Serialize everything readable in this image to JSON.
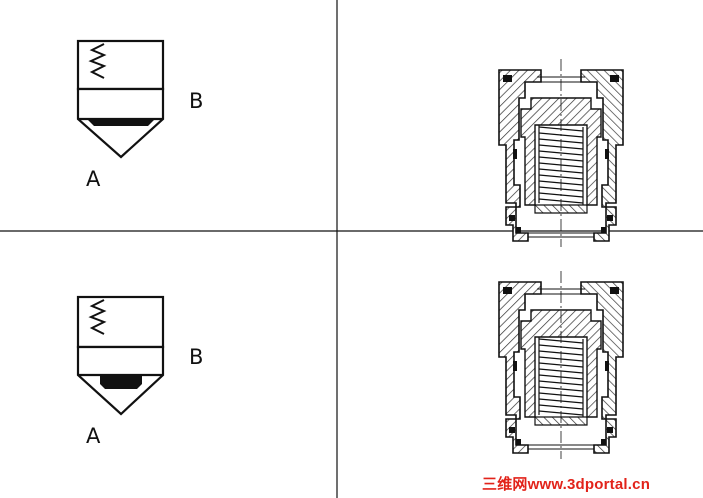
{
  "symbols": {
    "top": {
      "port_b": "B",
      "port_a": "A"
    },
    "bottom": {
      "port_b": "B",
      "port_a": "A"
    }
  },
  "watermark": {
    "text": "三维网www.3dportal.cn",
    "color": "#e2231a"
  },
  "colors": {
    "line": "#111111",
    "hatch": "#333333",
    "background": "#ffffff"
  }
}
